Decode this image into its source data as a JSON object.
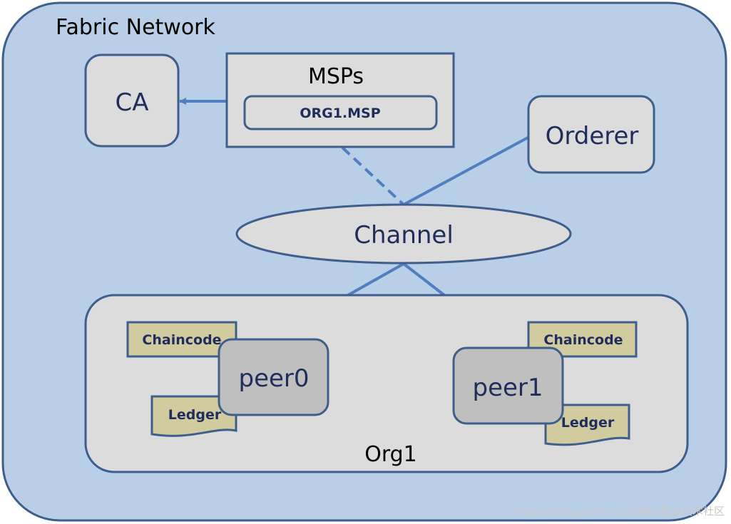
{
  "diagram": {
    "network_title": "Fabric Network",
    "ca_label": "CA",
    "msps_title": "MSPs",
    "msp_item": "ORG1.MSP",
    "orderer_label": "Orderer",
    "channel_label": "Channel",
    "org_label": "Org1",
    "peers": [
      {
        "name": "peer0",
        "chaincode": "Chaincode",
        "ledger": "Ledger"
      },
      {
        "name": "peer1",
        "chaincode": "Chaincode",
        "ledger": "Ledger"
      }
    ]
  },
  "watermark": "https://blog.csdn.net @稀土掘金技术社区",
  "colors": {
    "network_fill": "#b9cfe8",
    "network_stroke": "#3e5e8c",
    "box_fill": "#dcdcdc",
    "peer_fill": "#bfbfbf",
    "note_fill": "#d3cba0",
    "connector": "#4f7fbe",
    "label_text": "#1f2d5c"
  }
}
